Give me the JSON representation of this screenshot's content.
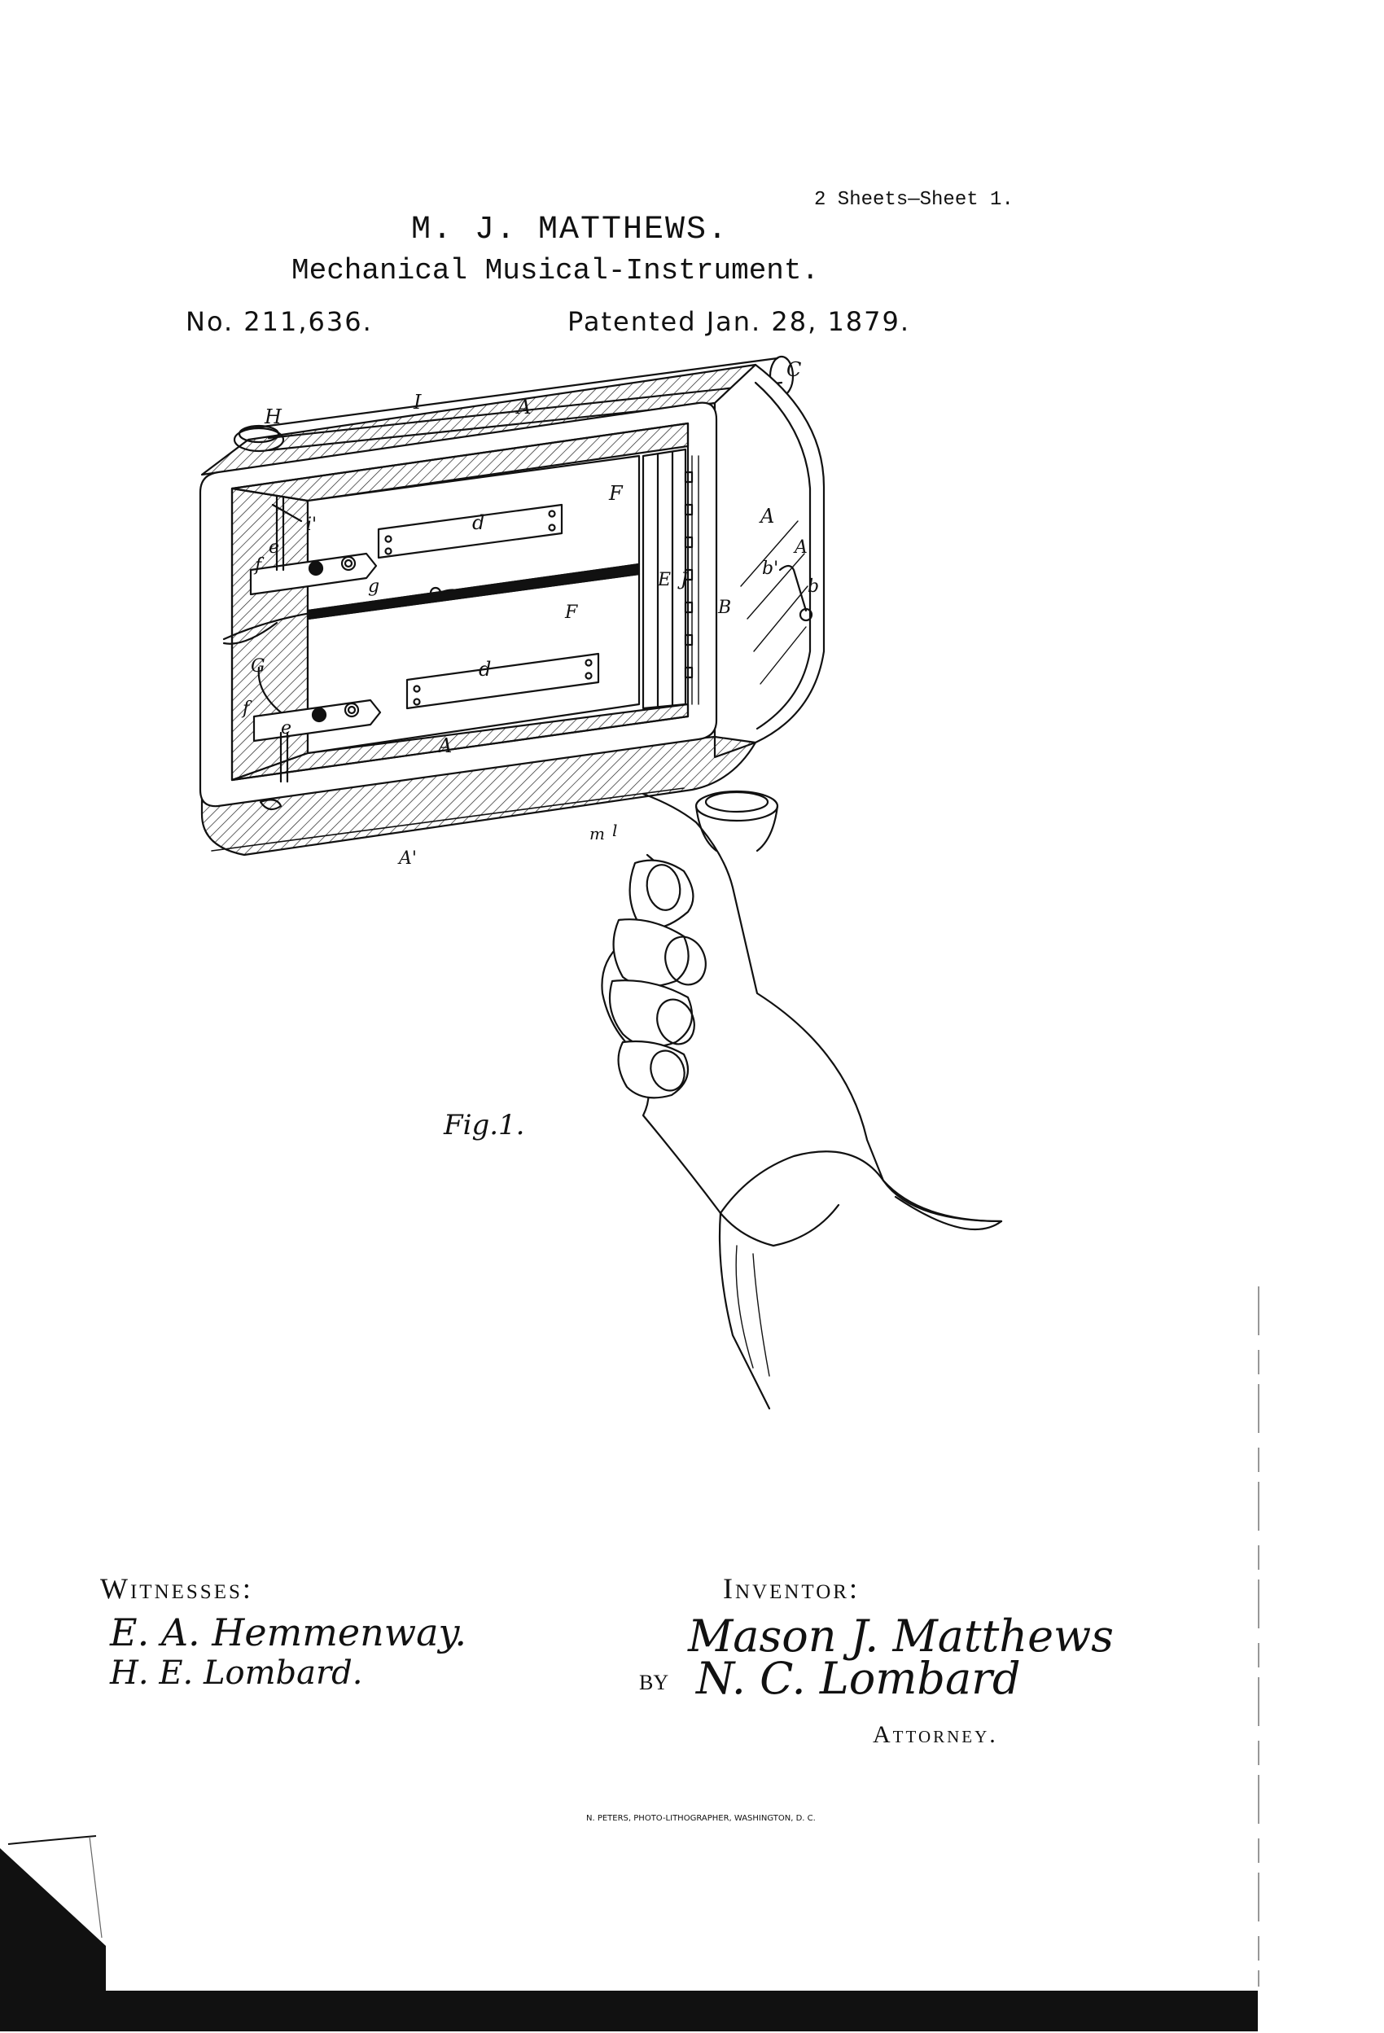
{
  "header": {
    "sheets": "2 Sheets—Sheet 1.",
    "inventor_name": "M. J. MATTHEWS.",
    "title": "Mechanical Musical-Instrument.",
    "patent_number": "No. 211,636.",
    "patented_date": "Patented Jan. 28, 1879."
  },
  "figure": {
    "caption": "Fig.1.",
    "labels": {
      "H": "H",
      "I": "I",
      "A_top": "A",
      "C": "C",
      "i_prime": "i'",
      "d_top": "d",
      "F_top": "F",
      "A_right": "A",
      "A_prime_right": "A'",
      "b_prime": "b'",
      "b": "b",
      "f_top": "f",
      "e_top": "e",
      "g": "g",
      "E": "E",
      "J": "J",
      "B": "B",
      "F_mid": "F",
      "G": "G",
      "d_bottom": "d",
      "f_bottom": "f",
      "e_bottom": "e",
      "A_bottom": "A",
      "A_prime_bottom": "A'",
      "m": "m",
      "l": "l"
    }
  },
  "witnesses": {
    "heading": "Witnesses:",
    "signatures": [
      "E. A. Hemmenway.",
      "H. E. Lombard."
    ]
  },
  "inventor": {
    "heading": "Inventor:",
    "signature": "Mason J. Matthews",
    "by_label": "BY",
    "attorney_signature": "N. C. Lombard",
    "attorney_label": "Attorney."
  },
  "imprint": "N. PETERS, PHOTO-LITHOGRAPHER, WASHINGTON, D. C."
}
